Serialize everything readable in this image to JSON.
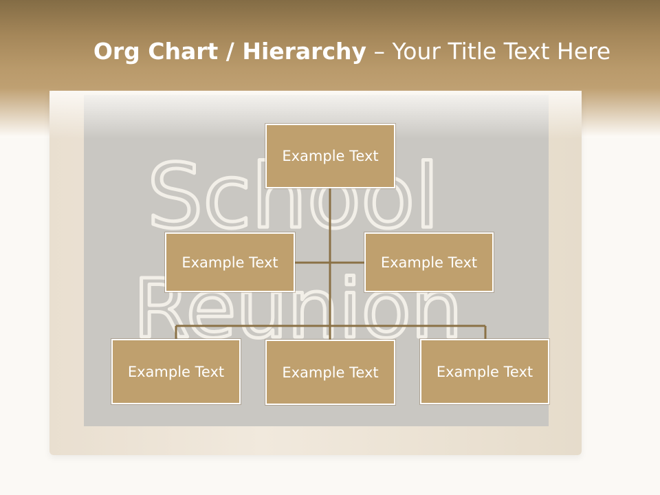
{
  "title": {
    "bold": "Org Chart / Hierarchy",
    "rest": " – Your Title Text Here"
  },
  "colors": {
    "box_fill": "#bfa06e",
    "box_border": "#ffffff",
    "connector": "#8a7146",
    "header_dark": "#836c45",
    "header_light": "#bfa072"
  },
  "org_chart": {
    "top": "Example Text",
    "level2": [
      "Example Text",
      "Example Text"
    ],
    "level3": [
      "Example Text",
      "Example Text",
      "Example Text"
    ]
  },
  "background_image": {
    "chalk_text": [
      "School",
      "Reunion"
    ]
  }
}
